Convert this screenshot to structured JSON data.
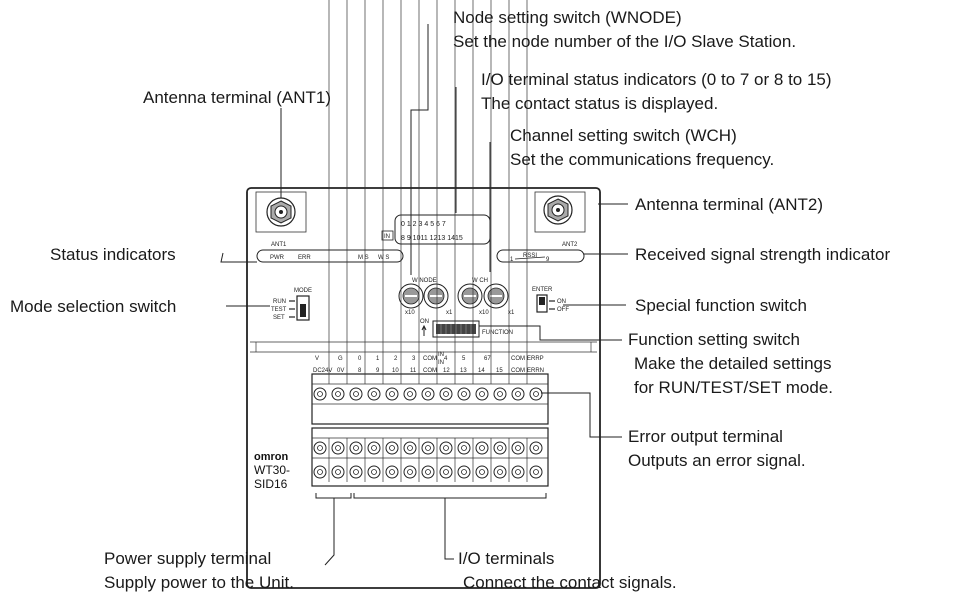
{
  "callouts": {
    "node_switch": {
      "line1": "Node setting switch (WNODE)",
      "line2": "Set the node number of the I/O Slave Station."
    },
    "io_status": {
      "line1": "I/O terminal status indicators (0 to 7 or 8 to 15)",
      "line2": "The contact status is displayed."
    },
    "channel_switch": {
      "line1": "Channel setting switch (WCH)",
      "line2": "Set the communications frequency."
    },
    "ant1": "Antenna terminal (ANT1)",
    "ant2": "Antenna terminal (ANT2)",
    "status_ind": "Status indicators",
    "rssi": "Received signal strength indicator",
    "mode_switch": "Mode selection switch",
    "special_switch": "Special function switch",
    "function_switch": {
      "line1": "Function setting switch",
      "line2": "Make the detailed settings",
      "line3": "for RUN/TEST/SET mode."
    },
    "error_out": {
      "line1": "Error output terminal",
      "line2": "Outputs an error signal."
    },
    "io_terminals": {
      "line1": "I/O terminals",
      "line2": "Connect the contact signals."
    },
    "power_terminal": {
      "line1": "Power supply terminal",
      "line2": "Supply power to the Unit."
    }
  },
  "device": {
    "ant1_label": "ANT1",
    "ant2_label": "ANT2",
    "in_label": "IN",
    "io_row1": "0 1 2 3 4 5 6 7",
    "io_row2": "8 9 1011 1213 1415",
    "pwr": "PWR",
    "err": "ERR",
    "ms": "M S",
    "ws": "W S",
    "rssi_label": "RSSI",
    "rssi_min": "1",
    "rssi_max": "9",
    "mode_label": "MODE",
    "run": "RUN",
    "test": "TEST",
    "set": "SET",
    "wnode_label": "W  NODE",
    "wch_label": "W  CH",
    "x10a": "x10",
    "x1a": "x1",
    "x10b": "x10",
    "x1b": "x1",
    "enter_label": "ENTER",
    "on_label": "ON",
    "off_label": "OFF",
    "dip_on": "ON",
    "function_label": "FUNCTION",
    "term_top_row": [
      "V",
      "G",
      "0",
      "1",
      "2",
      "3",
      "COM",
      "4",
      "5",
      "67",
      "COM",
      "ERRP"
    ],
    "term_bottom_row": [
      "DC24V",
      "0V",
      "8",
      "9",
      "10",
      "11",
      "COM",
      "12",
      "13",
      "14",
      "15",
      "COM",
      "ERRN"
    ],
    "term_in_top": "IN",
    "term_in_bottom": "IN",
    "brand": "omron",
    "model_line1": "WT30-",
    "model_line2": "SID16"
  }
}
